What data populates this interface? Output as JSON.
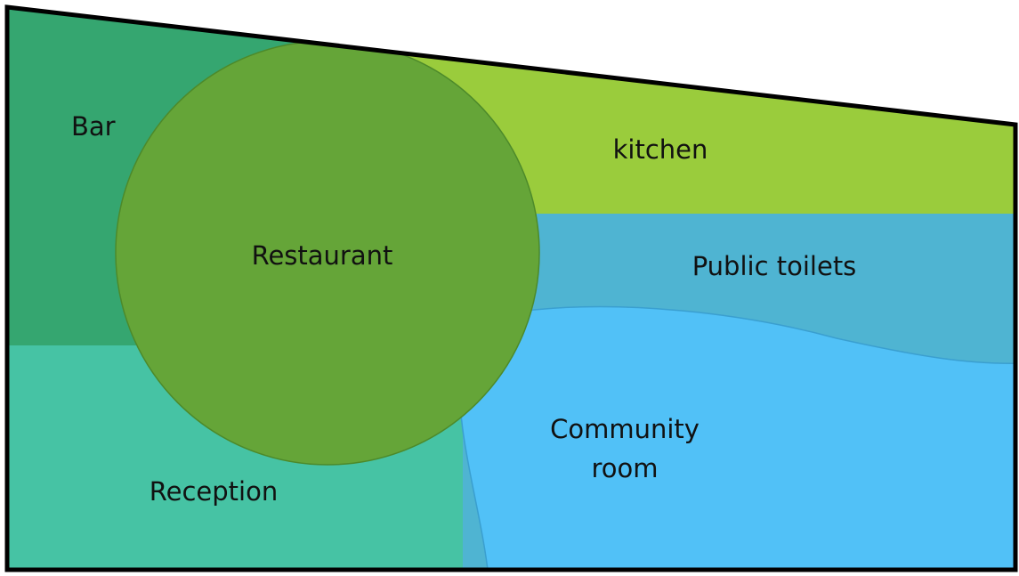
{
  "colors": {
    "outline": "#000000",
    "bar": "#35a670",
    "reception": "#46c3a4",
    "restaurant": "#65a538",
    "restaurant_edge": "#4d8a2a",
    "kitchen": "#9acc3c",
    "public_toilets": "#4fb4d2",
    "community_room": "#51c1f7",
    "community_edge": "#3a9fd0"
  },
  "rooms": {
    "bar": {
      "label": "Bar"
    },
    "reception": {
      "label": "Reception"
    },
    "restaurant": {
      "label": "Restaurant"
    },
    "kitchen": {
      "label": "kitchen"
    },
    "public_toilets": {
      "label": "Public toilets"
    },
    "community_room": {
      "label_line1": "Community",
      "label_line2": "room"
    }
  }
}
